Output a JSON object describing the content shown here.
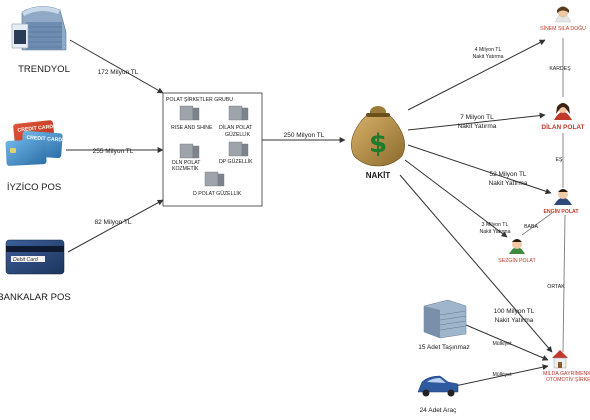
{
  "sources": {
    "trendyol": "TRENDYOL",
    "iyzico": "İYZİCO POS",
    "bankalar": "BANKALAR POS"
  },
  "source_amounts": {
    "trendyol": "172 Milyon TL",
    "iyzico": "255 Milyon TL",
    "bankalar": "82 Milyon TL"
  },
  "group": {
    "title": "POLAT ŞİRKETLER GRUBU",
    "companies": [
      "RISE AND SHINE",
      "DİLAN POLAT GÜZELLİK",
      "DLN POLAT KOZMETİK",
      "DP GÜZELLİK",
      "D POLAT GÜZELLİK"
    ]
  },
  "group_to_cash": "250 Milyon TL",
  "cash_label": "NAKİT",
  "card_text": {
    "credit1": "CREDIT CARD",
    "credit2": "CREDIT CARD",
    "bank": "Debit Card"
  },
  "people": {
    "sinem": "SİNEM SILA DOĞU",
    "dilan": "DİLAN POLAT",
    "engin": "ENGİN POLAT",
    "sezgin": "SEZGİN POLAT",
    "milda": "MİLDA GAYRİMENKUL OTOMOTİV ŞİRKETİ"
  },
  "transfers": {
    "sinem": [
      "4 Milyon TL",
      "Nakit Yatırma"
    ],
    "dilan": [
      "7 Milyon TL",
      "Nakit Yatırma"
    ],
    "engin": [
      "52 Milyon TL",
      "Nakit Yatırma"
    ],
    "sezgin": [
      "3 Milyon TL",
      "Nakit Yatırma"
    ],
    "milda": [
      "100 Milyon TL",
      "Nakit Yatırma"
    ]
  },
  "relations": {
    "kardes": "KARDEŞ",
    "es": "EŞ",
    "baba": "BABA",
    "ortak": "ORTAK",
    "mulkiyet1": "Mülkiyet",
    "mulkiyet2": "Mülkiyet"
  },
  "assets": {
    "tasinmaz": "15 Adet Taşınmaz",
    "arac": "24 Adet Araç"
  }
}
